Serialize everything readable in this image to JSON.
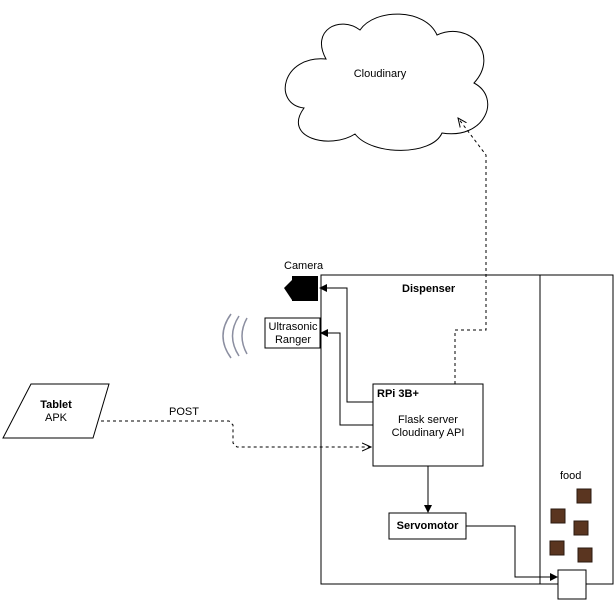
{
  "cloud": {
    "label": "Cloudinary"
  },
  "dispenser": {
    "title": "Dispenser"
  },
  "camera": {
    "label": "Camera"
  },
  "ultrasonic": {
    "line1": "Ultrasonic",
    "line2": "Ranger"
  },
  "tablet": {
    "line1": "Tablet",
    "line2": "APK"
  },
  "connection": {
    "post_label": "POST"
  },
  "rpi": {
    "title": "RPi 3B+",
    "line1": "Flask server",
    "line2": "Cloudinary API"
  },
  "servomotor": {
    "label": "Servomotor"
  },
  "food": {
    "label": "food",
    "piece_count": 5
  },
  "colors": {
    "stroke": "#000000",
    "wave": "#8b8ea0",
    "food_fill": "#5a3520",
    "food_stroke": "#2b1a10"
  }
}
